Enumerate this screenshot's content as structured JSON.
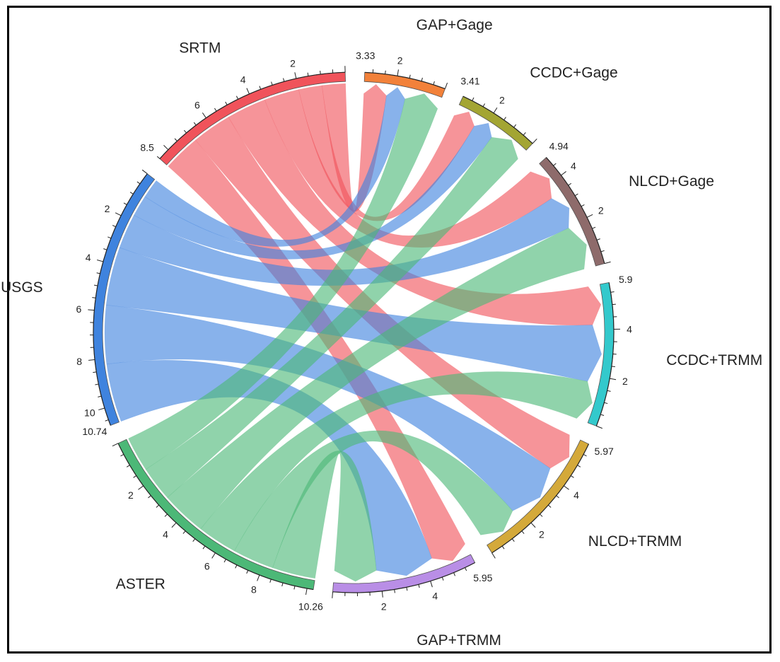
{
  "chart_data": {
    "type": "chord",
    "title": "",
    "sources": [
      {
        "name": "SRTM",
        "total": 8.5,
        "color": "#f0535b"
      },
      {
        "name": "USGS",
        "total": 10.74,
        "color": "#3f83de"
      },
      {
        "name": "ASTER",
        "total": 10.26,
        "color": "#4cb877"
      }
    ],
    "targets": [
      {
        "name": "GAP+Gage",
        "total": 3.33,
        "color": "#f2813a"
      },
      {
        "name": "CCDC+Gage",
        "total": 3.41,
        "color": "#a3a533"
      },
      {
        "name": "NLCD+Gage",
        "total": 4.94,
        "color": "#8e6b6b"
      },
      {
        "name": "CCDC+TRMM",
        "total": 5.9,
        "color": "#33c9cc"
      },
      {
        "name": "NLCD+TRMM",
        "total": 5.97,
        "color": "#d4a93a"
      },
      {
        "name": "GAP+TRMM",
        "total": 5.95,
        "color": "#b98ee6"
      }
    ],
    "end_labels": {
      "SRTM": "8.5",
      "USGS": "10.74",
      "ASTER": "10.26",
      "GAP+Gage": "3.33",
      "CCDC+Gage": "3.41",
      "NLCD+Gage": "4.94",
      "CCDC+TRMM": "5.9",
      "NLCD+TRMM": "5.97",
      "GAP+TRMM": "5.95"
    },
    "flows": [
      {
        "from": "SRTM",
        "to": "GAP+Gage",
        "value": 1.0
      },
      {
        "from": "SRTM",
        "to": "CCDC+Gage",
        "value": 1.0
      },
      {
        "from": "SRTM",
        "to": "NLCD+Gage",
        "value": 1.5
      },
      {
        "from": "SRTM",
        "to": "CCDC+TRMM",
        "value": 1.7
      },
      {
        "from": "SRTM",
        "to": "NLCD+TRMM",
        "value": 1.7
      },
      {
        "from": "SRTM",
        "to": "GAP+TRMM",
        "value": 1.6
      },
      {
        "from": "USGS",
        "to": "GAP+Gage",
        "value": 0.83
      },
      {
        "from": "USGS",
        "to": "CCDC+Gage",
        "value": 0.91
      },
      {
        "from": "USGS",
        "to": "NLCD+Gage",
        "value": 1.5
      },
      {
        "from": "USGS",
        "to": "CCDC+TRMM",
        "value": 2.5
      },
      {
        "from": "USGS",
        "to": "NLCD+TRMM",
        "value": 2.5
      },
      {
        "from": "USGS",
        "to": "GAP+TRMM",
        "value": 2.5
      },
      {
        "from": "ASTER",
        "to": "GAP+Gage",
        "value": 1.5
      },
      {
        "from": "ASTER",
        "to": "CCDC+Gage",
        "value": 1.5
      },
      {
        "from": "ASTER",
        "to": "NLCD+Gage",
        "value": 1.94
      },
      {
        "from": "ASTER",
        "to": "CCDC+TRMM",
        "value": 1.7
      },
      {
        "from": "ASTER",
        "to": "NLCD+TRMM",
        "value": 1.77
      },
      {
        "from": "ASTER",
        "to": "GAP+TRMM",
        "value": 1.85
      }
    ]
  }
}
